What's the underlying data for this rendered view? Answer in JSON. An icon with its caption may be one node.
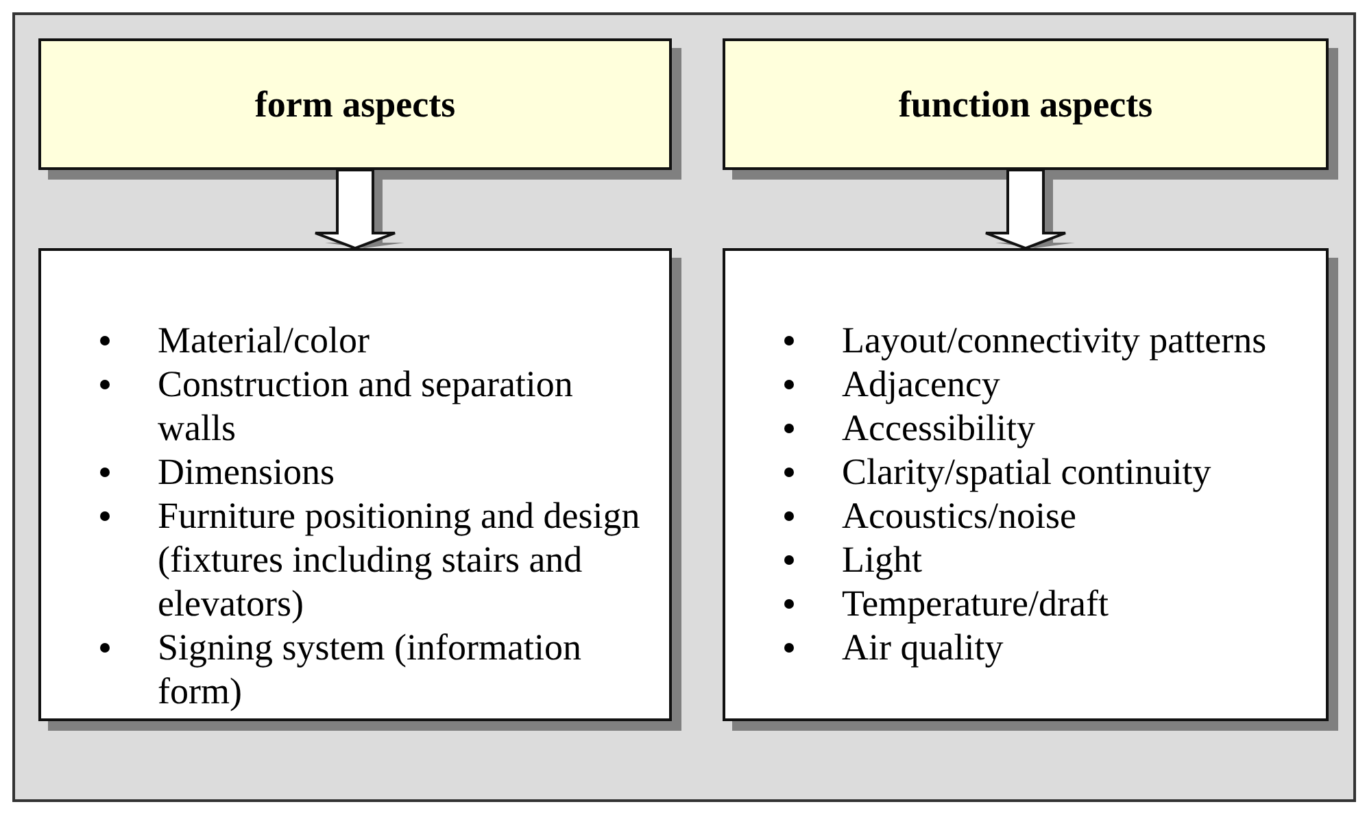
{
  "diagram": {
    "nodes": [
      {
        "text": [],
        "shape": "box"
      },
      {
        "text": [
          "form aspects"
        ],
        "in": 0
      },
      {
        "text": [
          "function aspects"
        ],
        "in": 0
      },
      {
        "text": [
          "Material/color",
          "Construction and separation walls",
          "Dimensions",
          "Furniture positioning and design (fixtures including stairs and elevators)",
          "Signing system (information form)"
        ],
        "in": 0
      },
      {
        "text": [
          "Layout/connectivity patterns",
          "Adjacency",
          "Accessibility",
          "Clarity/spatial continuity",
          "Acoustics/noise",
          "Light",
          "Temperature/draft",
          "Air quality"
        ],
        "in": 0
      }
    ],
    "edges": [
      {
        "from": 1,
        "to": 3,
        "arrow": "to"
      },
      {
        "from": 2,
        "to": 4,
        "arrow": "to"
      }
    ]
  }
}
